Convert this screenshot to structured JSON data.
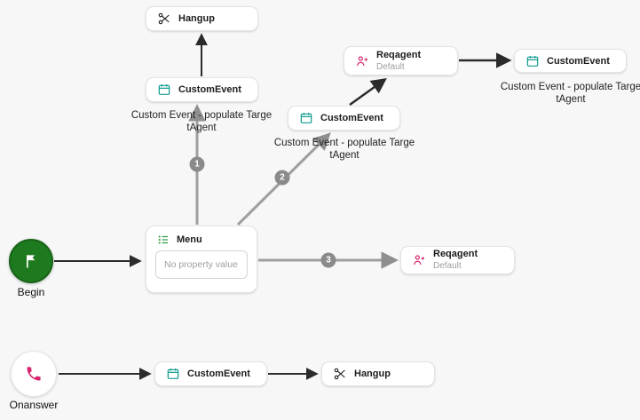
{
  "nodes": {
    "hangup_top": {
      "title": "Hangup"
    },
    "custom_event_top": {
      "title": "CustomEvent"
    },
    "reqagent_top": {
      "title": "Reqagent",
      "subtitle": "Default"
    },
    "custom_event_right": {
      "title": "CustomEvent"
    },
    "custom_event_mid": {
      "title": "CustomEvent"
    },
    "menu": {
      "title": "Menu",
      "value_placeholder": "No property value"
    },
    "begin": {
      "label": "Begin"
    },
    "reqagent_right": {
      "title": "Reqagent",
      "subtitle": "Default"
    },
    "onanswer": {
      "label": "Onanswer"
    },
    "custom_event_bottom": {
      "title": "CustomEvent"
    },
    "hangup_bottom": {
      "title": "Hangup"
    }
  },
  "captions": {
    "top": {
      "line1": "Custom Event - populate Targe",
      "line2": "tAgent"
    },
    "mid": {
      "line1": "Custom Event - populate Targe",
      "line2": "tAgent"
    },
    "right": {
      "line1": "Custom Event - populate Targe",
      "line2": "tAgent"
    }
  },
  "edge_badges": {
    "branch1": "1",
    "branch2": "2",
    "branch3": "3"
  },
  "colors": {
    "custom_event_teal": "#0e9c8f",
    "reqagent_pink": "#d6246e",
    "begin_green": "#1e7a1f",
    "menu_list_green": "#2f9e44",
    "edge_black": "#2b2b2b",
    "edge_gray": "#8f8f8f"
  }
}
